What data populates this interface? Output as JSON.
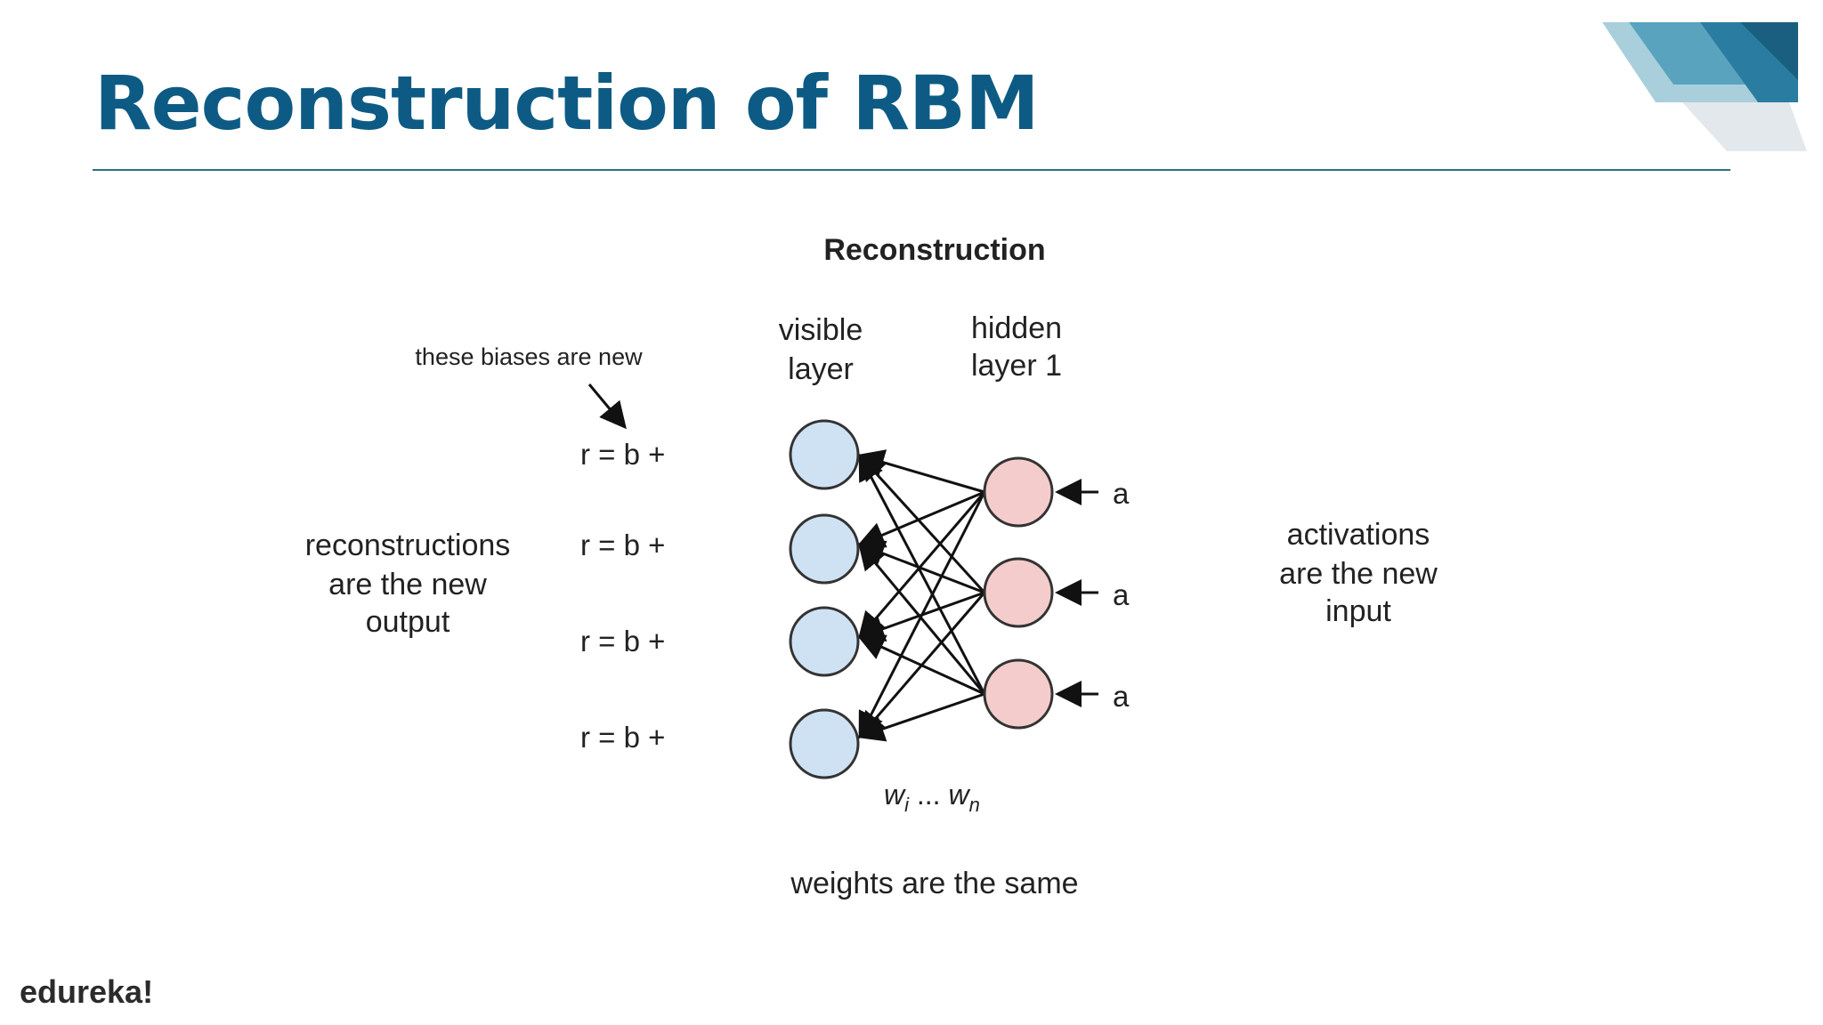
{
  "slide": {
    "title": "Reconstruction of RBM",
    "brand": "edureka!"
  },
  "diagram": {
    "heading": "Reconstruction",
    "visible_label": [
      "visible",
      "layer"
    ],
    "hidden_label": [
      "hidden",
      "layer 1"
    ],
    "bias_note": "these biases are new",
    "equations": [
      "r = b +",
      "r = b +",
      "r = b +",
      "r = b +"
    ],
    "left_note": [
      "reconstructions",
      "are the new",
      "output"
    ],
    "right_note": [
      "activations",
      "are the new",
      "input"
    ],
    "activation_labels": [
      "a",
      "a",
      "a"
    ],
    "weights_symbol": {
      "first": "w",
      "first_sub": "i",
      "ellipsis": " ... ",
      "last": "w",
      "last_sub": "n"
    },
    "weights_note": "weights are the same"
  },
  "colors": {
    "title": "#0d5b84",
    "divider": "#2f6f87",
    "visible_node": "#cfe2f3",
    "hidden_node": "#f4cccc"
  }
}
